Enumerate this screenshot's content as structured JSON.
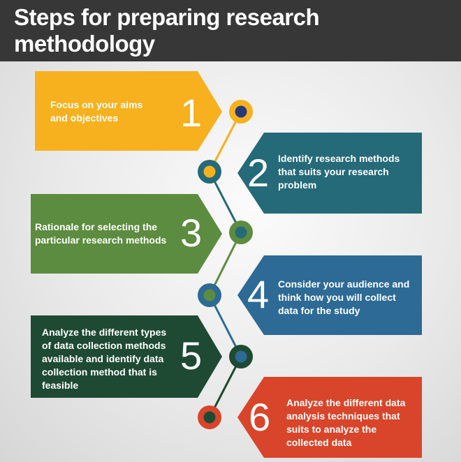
{
  "title": "Steps for preparing research methodology",
  "colors": {
    "header_bg": "#373737",
    "step1": "#f7b11e",
    "step2": "#256a78",
    "step3": "#5c8c3f",
    "step4": "#2d6a95",
    "step5": "#1e4a33",
    "step6": "#d9452a"
  },
  "steps": [
    {
      "number": "1",
      "text": "Focus on your aims\nand objectives"
    },
    {
      "number": "2",
      "text": "Identify research methods\nthat suits your research\nproblem"
    },
    {
      "number": "3",
      "text": "Rationale for selecting the\nparticular research methods"
    },
    {
      "number": "4",
      "text": "Consider your audience and\nthink how you will collect\ndata for the study"
    },
    {
      "number": "5",
      "text": "Analyze the different types\nof data collection methods\navailable and identify data\ncollection method that is\nfeasible"
    },
    {
      "number": "6",
      "text": "Analyze the different data\nanalysis techniques that\nsuits to analyze the\ncollected data"
    }
  ]
}
